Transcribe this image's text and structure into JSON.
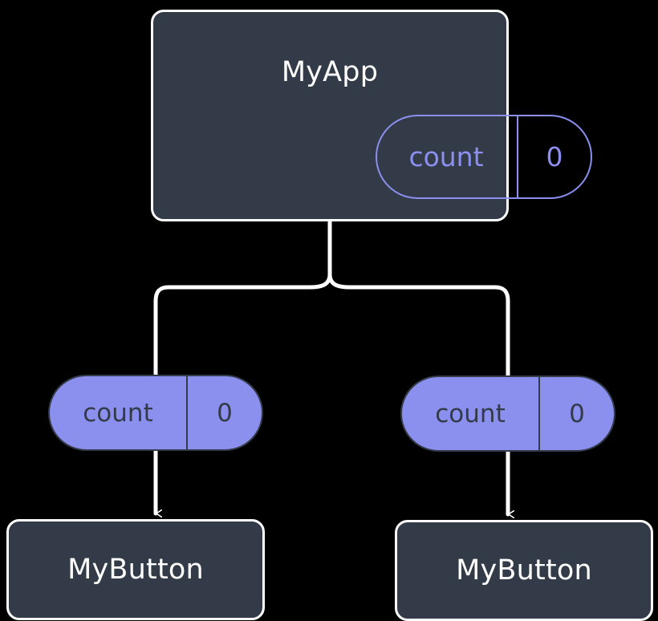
{
  "diagram": {
    "type": "component-state-tree",
    "background_color": "#000000",
    "colors": {
      "card_fill": "#333b48",
      "card_border": "#ffffff",
      "accent_purple": "#8b8fee",
      "connector": "#ffffff",
      "card_text": "#ffffff",
      "pill_text_on_fill": "#333b48"
    },
    "root": {
      "title": "MyApp",
      "state": {
        "key": "count",
        "value": "0"
      }
    },
    "children": [
      {
        "state": {
          "key": "count",
          "value": "0"
        },
        "title": "MyButton"
      },
      {
        "state": {
          "key": "count",
          "value": "0"
        },
        "title": "MyButton"
      }
    ],
    "connectors": [
      {
        "name": "root-branch",
        "from": "MyApp",
        "to": [
          "left-state-pill",
          "right-state-pill"
        ],
        "style": "curved-split",
        "arrowhead": false
      },
      {
        "name": "left-state-to-button",
        "from": "left-state-pill",
        "to": "MyButton",
        "style": "straight-down",
        "arrowhead": true
      },
      {
        "name": "right-state-to-button",
        "from": "right-state-pill",
        "to": "MyButton",
        "style": "straight-down",
        "arrowhead": true
      }
    ]
  }
}
